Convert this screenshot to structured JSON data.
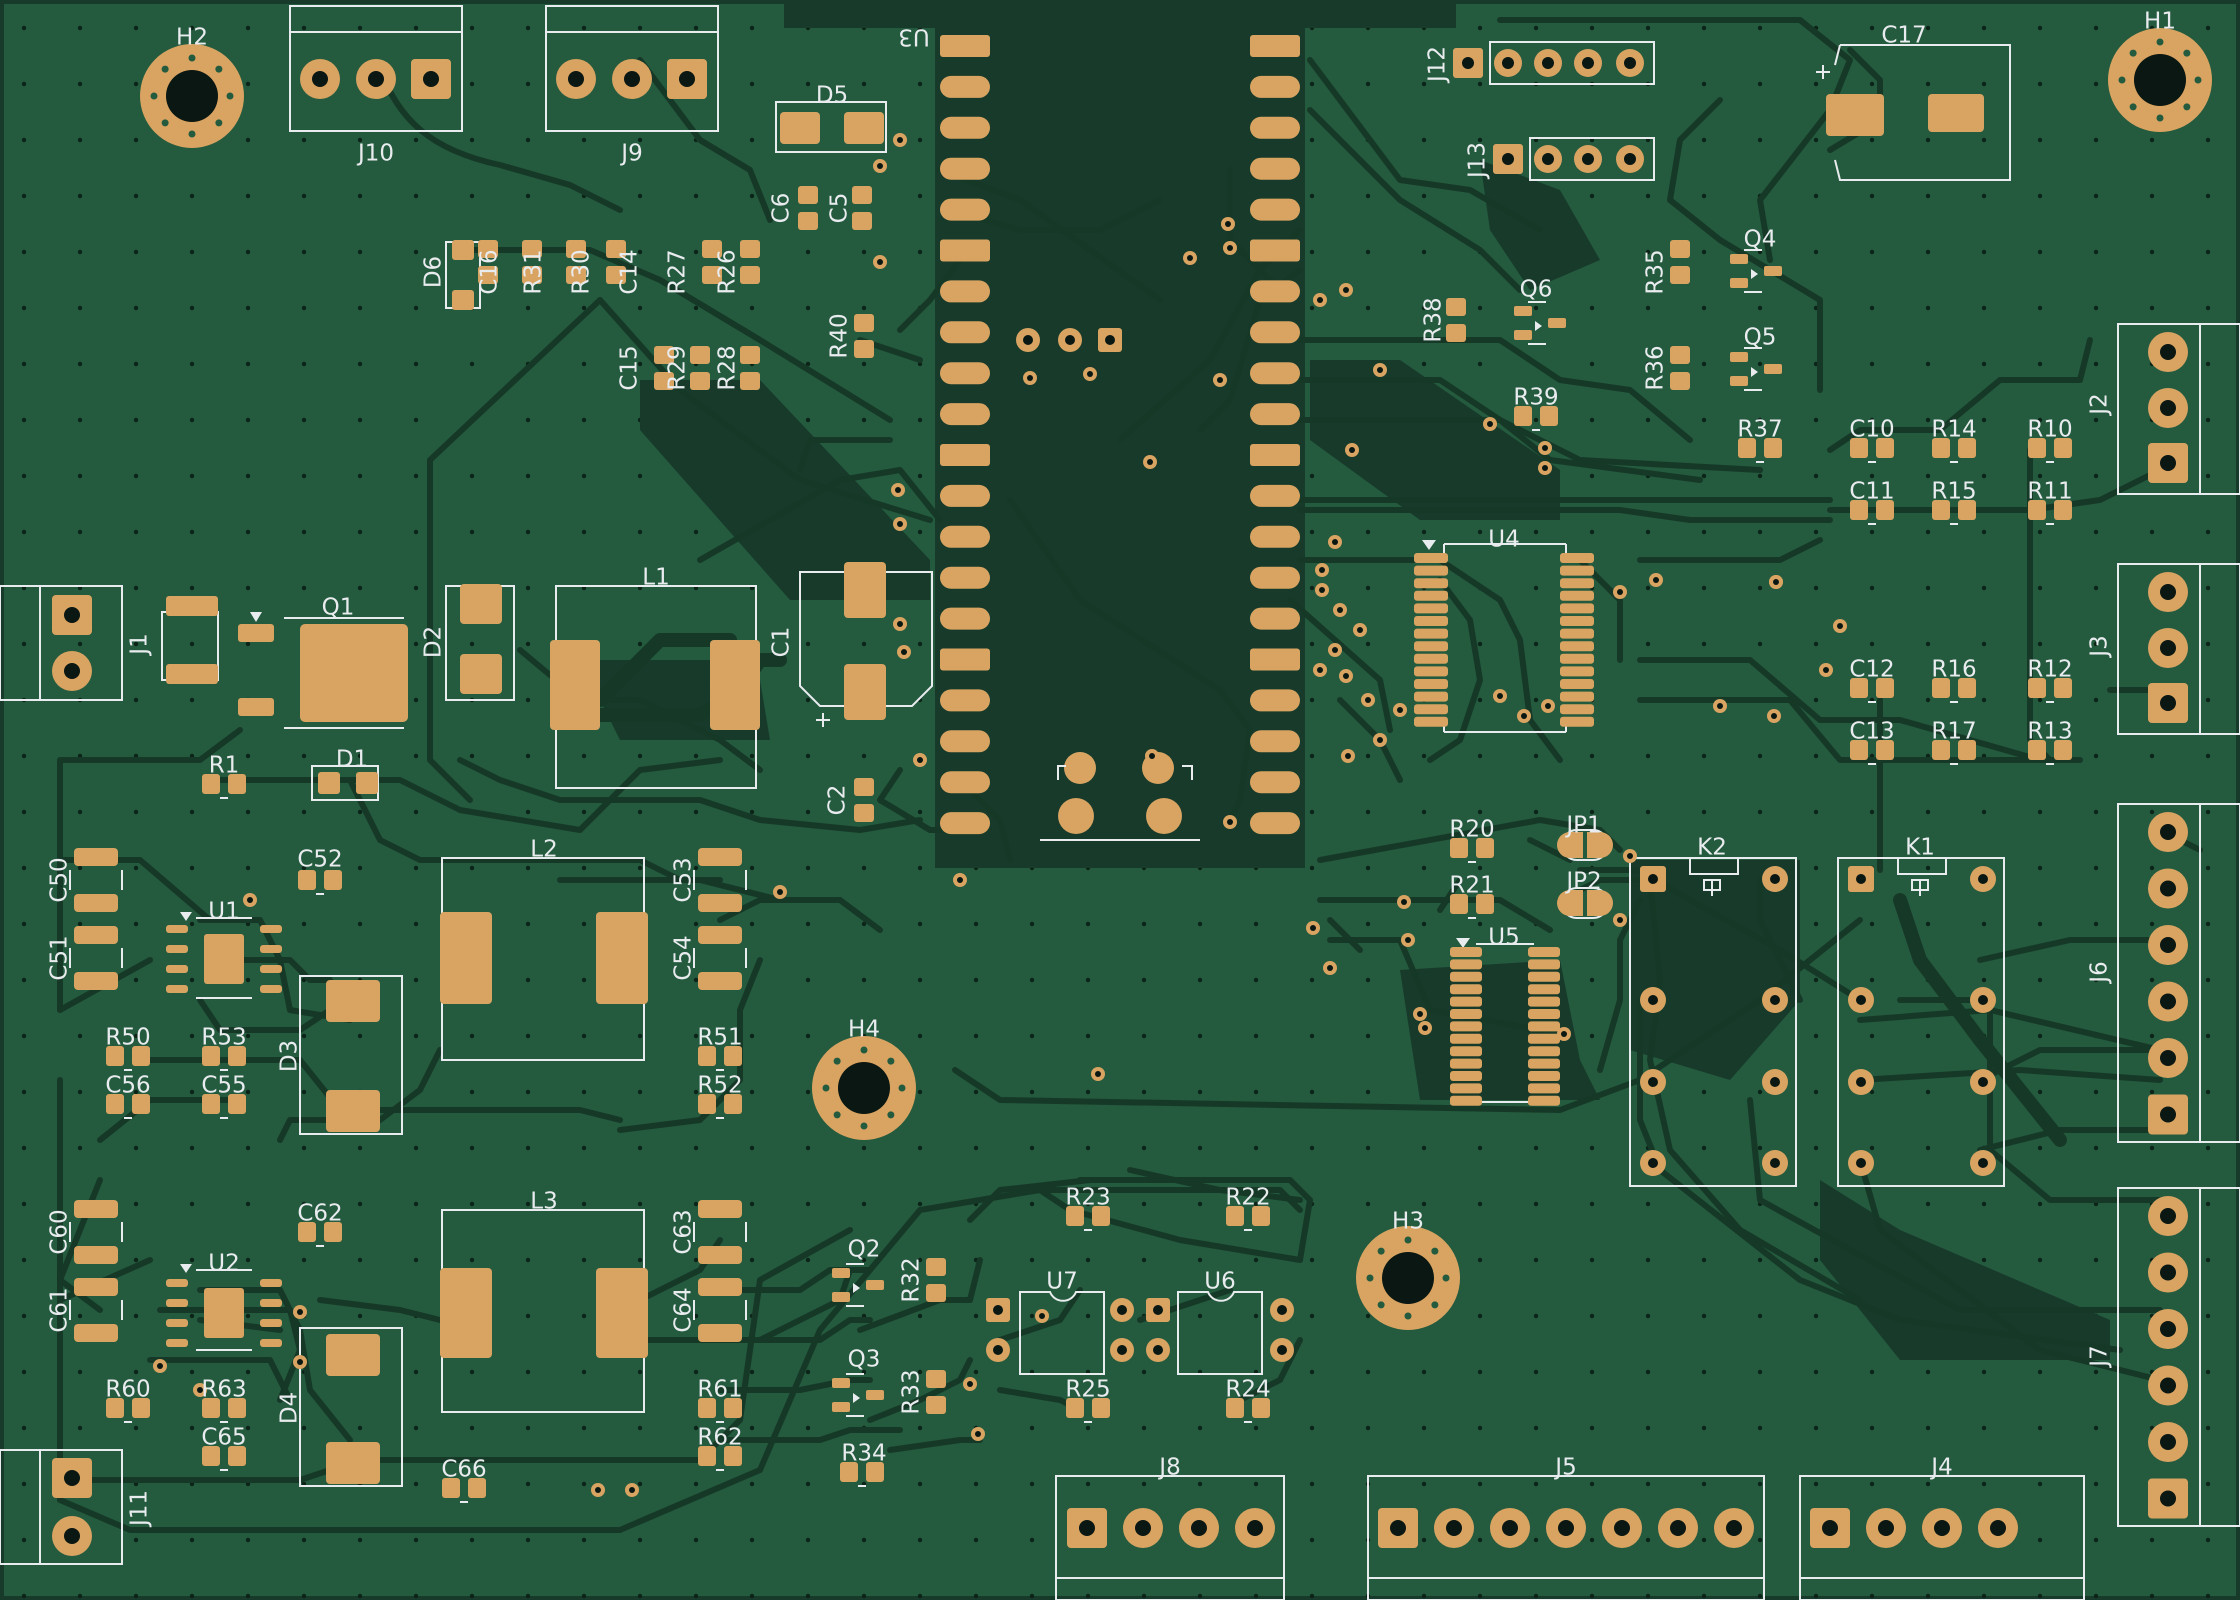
{
  "board": {
    "colors": {
      "soldermask": "#245a3e",
      "copper_zone": "#173a2a",
      "trace": "#163927",
      "pad": "#d9a462",
      "silkscreen": "#e9ecef",
      "hole": "#0a1712"
    }
  },
  "labels": {
    "H1": "H1",
    "H2": "H2",
    "H3": "H3",
    "H4": "H4",
    "J1": "J1",
    "J2": "J2",
    "J3": "J3",
    "J4": "J4",
    "J5": "J5",
    "J6": "J6",
    "J7": "J7",
    "J8": "J8",
    "J9": "J9",
    "J10": "J10",
    "J11": "J11",
    "J12": "J12",
    "J13": "J13",
    "U1": "U1",
    "U2": "U2",
    "U3": "U3",
    "U4": "U4",
    "U5": "U5",
    "U6": "U6",
    "U7": "U7",
    "L1": "L1",
    "L2": "L2",
    "L3": "L3",
    "K1": "K1",
    "K2": "K2",
    "Q1": "Q1",
    "Q2": "Q2",
    "Q3": "Q3",
    "Q4": "Q4",
    "Q5": "Q5",
    "Q6": "Q6",
    "D1": "D1",
    "D2": "D2",
    "D3": "D3",
    "D4": "D4",
    "D5": "D5",
    "D6": "D6",
    "JP1": "JP1",
    "JP2": "JP2",
    "C1": "C1",
    "C2": "C2",
    "C5": "C5",
    "C6": "C6",
    "C10": "C10",
    "C11": "C11",
    "C12": "C12",
    "C13": "C13",
    "C14": "C14",
    "C15": "C15",
    "C16": "C16",
    "C17": "C17",
    "C50": "C50",
    "C51": "C51",
    "C52": "C52",
    "C53": "C53",
    "C54": "C54",
    "C55": "C55",
    "C56": "C56",
    "C60": "C60",
    "C61": "C61",
    "C62": "C62",
    "C63": "C63",
    "C64": "C64",
    "C65": "C65",
    "C66": "C66",
    "R1": "R1",
    "R10": "R10",
    "R11": "R11",
    "R12": "R12",
    "R13": "R13",
    "R14": "R14",
    "R15": "R15",
    "R16": "R16",
    "R17": "R17",
    "R20": "R20",
    "R21": "R21",
    "R22": "R22",
    "R23": "R23",
    "R24": "R24",
    "R25": "R25",
    "R26": "R26",
    "R27": "R27",
    "R28": "R28",
    "R29": "R29",
    "R30": "R30",
    "R31": "R31",
    "R32": "R32",
    "R33": "R33",
    "R34": "R34",
    "R35": "R35",
    "R36": "R36",
    "R37": "R37",
    "R38": "R38",
    "R39": "R39",
    "R40": "R40",
    "R50": "R50",
    "R51": "R51",
    "R52": "R52",
    "R53": "R53",
    "R60": "R60",
    "R61": "R61",
    "R62": "R62",
    "R63": "R63"
  }
}
